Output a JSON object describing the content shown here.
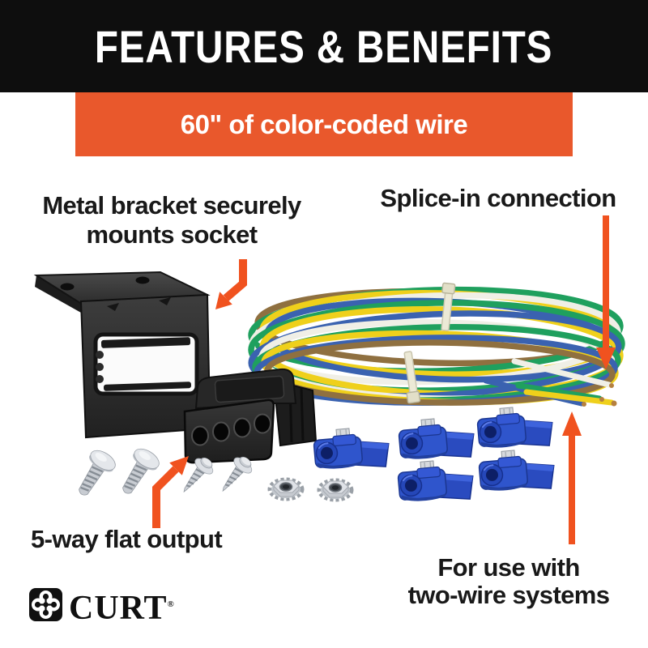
{
  "header": {
    "title": "FEATURES & BENEFITS"
  },
  "banner": {
    "label": "60\" of color-coded wire"
  },
  "callouts": {
    "bracket": {
      "line1": "Metal bracket securely",
      "line2": "mounts socket"
    },
    "splice": {
      "label": "Splice-in connection"
    },
    "five_way": {
      "label": "5-way flat output"
    },
    "two_wire": {
      "line1": "For use with",
      "line2": "two-wire systems"
    }
  },
  "brand": {
    "name": "CURT",
    "registered": "®",
    "logo_icon": "curt-clover-icon"
  },
  "colors": {
    "header_bg": "#0e0e0e",
    "banner_bg": "#e9582c",
    "arrow_orange": "#f0521f",
    "text": "#191919",
    "wire_green": "#1fa05e",
    "wire_yellow": "#efd01b",
    "wire_blue": "#3a62b0",
    "wire_white": "#f0efe6",
    "wire_brown": "#8f7040",
    "splice_blue": "#2f55cc",
    "hardware_silver": "#d7dade"
  },
  "photo_items": [
    "metal-mounting-bracket",
    "five-way-flat-connector",
    "color-coded-wire-bundle",
    "mounting-bolts",
    "self-tapping-screws",
    "keps-nuts",
    "blue-splice-connectors"
  ]
}
